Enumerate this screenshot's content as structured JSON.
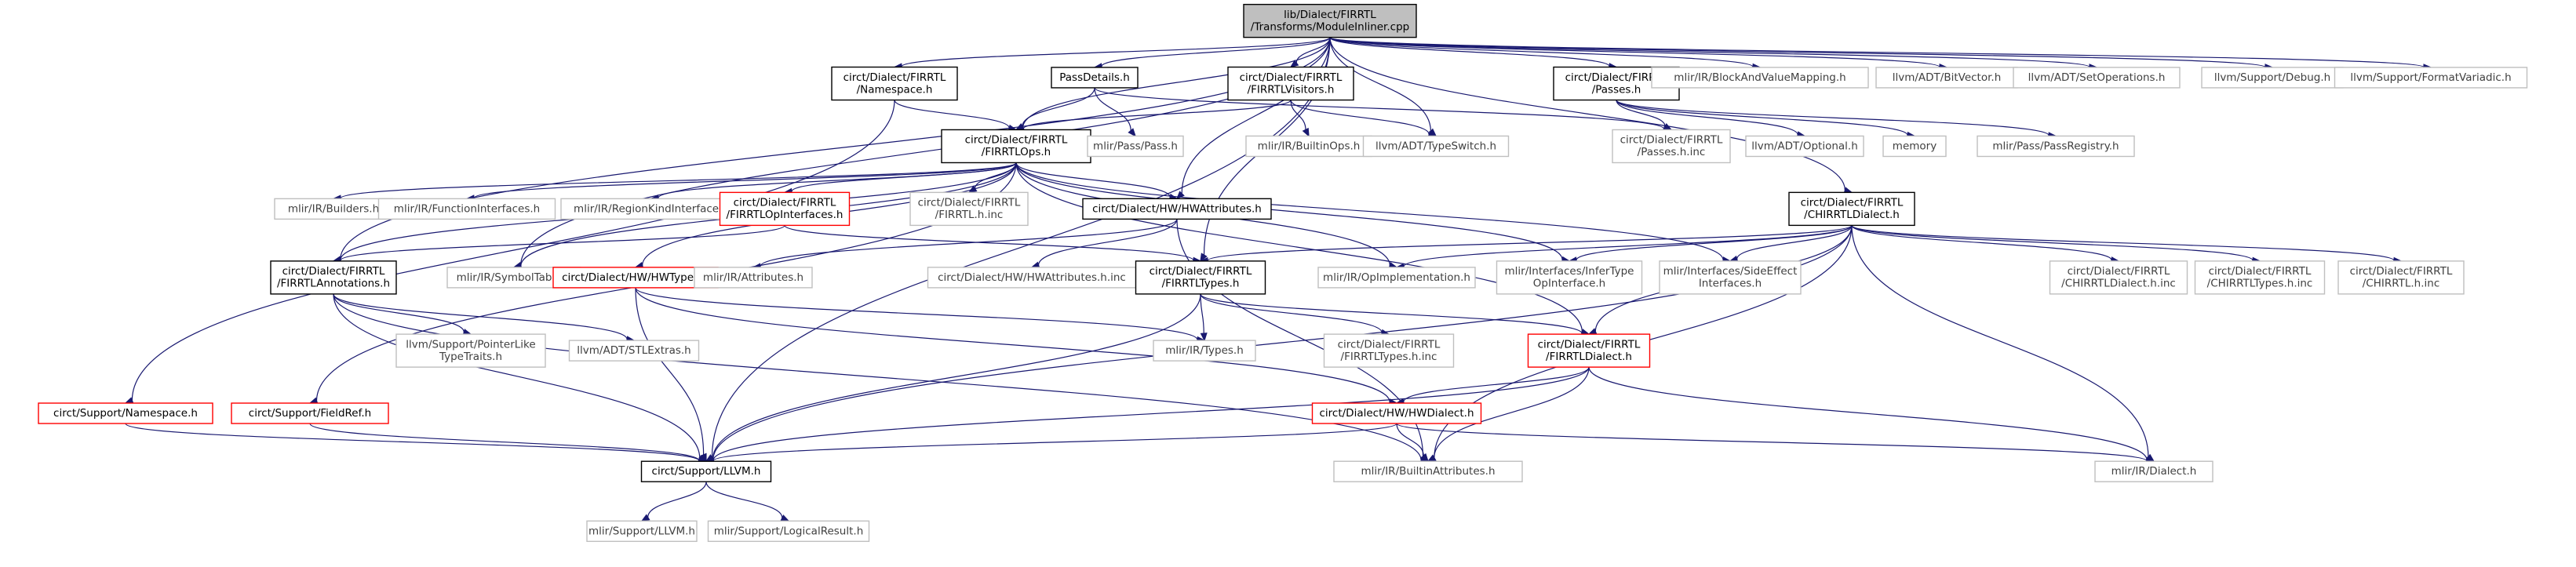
{
  "colors": {
    "edge": "#191970",
    "focus_fill": "#bfbfbf",
    "focus_border": "#000000",
    "documented_border": "#000000",
    "truncated_border": "#ff0000",
    "undocumented_border": "#bfbfbf",
    "undocumented_text": "#404040",
    "text": "#000000"
  },
  "nodes": [
    {
      "id": "n0",
      "lines": [
        "lib/Dialect/FIRRTL",
        "/Transforms/ModuleInliner.cpp"
      ],
      "kind": "focus"
    },
    {
      "id": "n1",
      "lines": [
        "circt/Dialect/FIRRTL",
        "/Namespace.h"
      ],
      "kind": "documented"
    },
    {
      "id": "n2",
      "lines": [
        "PassDetails.h"
      ],
      "kind": "documented"
    },
    {
      "id": "n3",
      "lines": [
        "circt/Dialect/FIRRTL",
        "/FIRRTLVisitors.h"
      ],
      "kind": "documented"
    },
    {
      "id": "n4",
      "lines": [
        "circt/Dialect/FIRRTL",
        "/Passes.h"
      ],
      "kind": "documented"
    },
    {
      "id": "n5",
      "lines": [
        "mlir/IR/BlockAndValueMapping.h"
      ],
      "kind": "external"
    },
    {
      "id": "n6",
      "lines": [
        "llvm/ADT/BitVector.h"
      ],
      "kind": "external"
    },
    {
      "id": "n7",
      "lines": [
        "llvm/ADT/SetOperations.h"
      ],
      "kind": "external"
    },
    {
      "id": "n8",
      "lines": [
        "llvm/Support/Debug.h"
      ],
      "kind": "external"
    },
    {
      "id": "n9",
      "lines": [
        "llvm/Support/FormatVariadic.h"
      ],
      "kind": "external"
    },
    {
      "id": "n10",
      "lines": [
        "circt/Dialect/FIRRTL",
        "/FIRRTLOps.h"
      ],
      "kind": "documented"
    },
    {
      "id": "n11",
      "lines": [
        "mlir/Pass/Pass.h"
      ],
      "kind": "external"
    },
    {
      "id": "n12",
      "lines": [
        "mlir/IR/BuiltinOps.h"
      ],
      "kind": "external"
    },
    {
      "id": "n13",
      "lines": [
        "llvm/ADT/TypeSwitch.h"
      ],
      "kind": "external"
    },
    {
      "id": "n14",
      "lines": [
        "circt/Dialect/FIRRTL",
        "/Passes.h.inc"
      ],
      "kind": "external"
    },
    {
      "id": "n15",
      "lines": [
        "llvm/ADT/Optional.h"
      ],
      "kind": "external"
    },
    {
      "id": "n16",
      "lines": [
        "memory"
      ],
      "kind": "external"
    },
    {
      "id": "n17",
      "lines": [
        "mlir/Pass/PassRegistry.h"
      ],
      "kind": "external"
    },
    {
      "id": "n18",
      "lines": [
        "mlir/IR/Builders.h"
      ],
      "kind": "external"
    },
    {
      "id": "n19",
      "lines": [
        "mlir/IR/FunctionInterfaces.h"
      ],
      "kind": "external"
    },
    {
      "id": "n20",
      "lines": [
        "mlir/IR/RegionKindInterface.h"
      ],
      "kind": "external"
    },
    {
      "id": "n21",
      "lines": [
        "circt/Dialect/FIRRTL",
        "/FIRRTLOpInterfaces.h"
      ],
      "kind": "truncated"
    },
    {
      "id": "n22",
      "lines": [
        "circt/Dialect/FIRRTL",
        "/FIRRTL.h.inc"
      ],
      "kind": "external"
    },
    {
      "id": "n23",
      "lines": [
        "circt/Dialect/HW/HWAttributes.h"
      ],
      "kind": "documented"
    },
    {
      "id": "n24",
      "lines": [
        "circt/Dialect/FIRRTL",
        "/CHIRRTLDialect.h"
      ],
      "kind": "documented"
    },
    {
      "id": "n25",
      "lines": [
        "circt/Dialect/FIRRTL",
        "/FIRRTLAnnotations.h"
      ],
      "kind": "documented"
    },
    {
      "id": "n26",
      "lines": [
        "mlir/IR/SymbolTable.h"
      ],
      "kind": "external"
    },
    {
      "id": "n27",
      "lines": [
        "circt/Dialect/HW/HWTypes.h"
      ],
      "kind": "truncated"
    },
    {
      "id": "n28",
      "lines": [
        "mlir/IR/Attributes.h"
      ],
      "kind": "external"
    },
    {
      "id": "n29",
      "lines": [
        "circt/Dialect/HW/HWAttributes.h.inc"
      ],
      "kind": "external"
    },
    {
      "id": "n30",
      "lines": [
        "circt/Dialect/FIRRTL",
        "/FIRRTLTypes.h"
      ],
      "kind": "documented"
    },
    {
      "id": "n31",
      "lines": [
        "mlir/IR/OpImplementation.h"
      ],
      "kind": "external"
    },
    {
      "id": "n32",
      "lines": [
        "mlir/Interfaces/InferType",
        "OpInterface.h"
      ],
      "kind": "external"
    },
    {
      "id": "n33",
      "lines": [
        "mlir/Interfaces/SideEffect",
        "Interfaces.h"
      ],
      "kind": "external"
    },
    {
      "id": "n34",
      "lines": [
        "circt/Dialect/FIRRTL",
        "/CHIRRTLDialect.h.inc"
      ],
      "kind": "external"
    },
    {
      "id": "n35",
      "lines": [
        "circt/Dialect/FIRRTL",
        "/CHIRRTLTypes.h.inc"
      ],
      "kind": "external"
    },
    {
      "id": "n36",
      "lines": [
        "circt/Dialect/FIRRTL",
        "/CHIRRTL.h.inc"
      ],
      "kind": "external"
    },
    {
      "id": "n37",
      "lines": [
        "llvm/Support/PointerLike",
        "TypeTraits.h"
      ],
      "kind": "external"
    },
    {
      "id": "n38",
      "lines": [
        "llvm/ADT/STLExtras.h"
      ],
      "kind": "external"
    },
    {
      "id": "n39",
      "lines": [
        "mlir/IR/Types.h"
      ],
      "kind": "external"
    },
    {
      "id": "n40",
      "lines": [
        "circt/Dialect/FIRRTL",
        "/FIRRTLTypes.h.inc"
      ],
      "kind": "external"
    },
    {
      "id": "n41",
      "lines": [
        "circt/Dialect/FIRRTL",
        "/FIRRTLDialect.h"
      ],
      "kind": "truncated"
    },
    {
      "id": "n42",
      "lines": [
        "circt/Support/Namespace.h"
      ],
      "kind": "truncated"
    },
    {
      "id": "n43",
      "lines": [
        "circt/Support/FieldRef.h"
      ],
      "kind": "truncated"
    },
    {
      "id": "n44",
      "lines": [
        "circt/Dialect/HW/HWDialect.h"
      ],
      "kind": "truncated"
    },
    {
      "id": "n45",
      "lines": [
        "circt/Support/LLVM.h"
      ],
      "kind": "documented"
    },
    {
      "id": "n46",
      "lines": [
        "mlir/IR/BuiltinAttributes.h"
      ],
      "kind": "external"
    },
    {
      "id": "n47",
      "lines": [
        "mlir/IR/Dialect.h"
      ],
      "kind": "external"
    },
    {
      "id": "n48",
      "lines": [
        "mlir/Support/LLVM.h"
      ],
      "kind": "external"
    },
    {
      "id": "n49",
      "lines": [
        "mlir/Support/LogicalResult.h"
      ],
      "kind": "external"
    }
  ],
  "edges": [
    [
      "n0",
      "n1"
    ],
    [
      "n0",
      "n2"
    ],
    [
      "n0",
      "n3"
    ],
    [
      "n0",
      "n4"
    ],
    [
      "n0",
      "n5"
    ],
    [
      "n0",
      "n6"
    ],
    [
      "n0",
      "n7"
    ],
    [
      "n0",
      "n8"
    ],
    [
      "n0",
      "n9"
    ],
    [
      "n0",
      "n10"
    ],
    [
      "n0",
      "n13"
    ],
    [
      "n0",
      "n23"
    ],
    [
      "n0",
      "n24"
    ],
    [
      "n0",
      "n25"
    ],
    [
      "n0",
      "n26"
    ],
    [
      "n0",
      "n30"
    ],
    [
      "n0",
      "n45"
    ],
    [
      "n1",
      "n10"
    ],
    [
      "n1",
      "n42"
    ],
    [
      "n2",
      "n10"
    ],
    [
      "n2",
      "n11"
    ],
    [
      "n2",
      "n14"
    ],
    [
      "n3",
      "n10"
    ],
    [
      "n3",
      "n12"
    ],
    [
      "n3",
      "n13"
    ],
    [
      "n4",
      "n14"
    ],
    [
      "n4",
      "n15"
    ],
    [
      "n4",
      "n16"
    ],
    [
      "n4",
      "n17"
    ],
    [
      "n10",
      "n18"
    ],
    [
      "n10",
      "n19"
    ],
    [
      "n10",
      "n20"
    ],
    [
      "n10",
      "n21"
    ],
    [
      "n10",
      "n22"
    ],
    [
      "n10",
      "n23"
    ],
    [
      "n10",
      "n25"
    ],
    [
      "n10",
      "n26"
    ],
    [
      "n10",
      "n27"
    ],
    [
      "n10",
      "n31"
    ],
    [
      "n10",
      "n32"
    ],
    [
      "n10",
      "n33"
    ],
    [
      "n10",
      "n41"
    ],
    [
      "n10",
      "n43"
    ],
    [
      "n21",
      "n25"
    ],
    [
      "n21",
      "n30"
    ],
    [
      "n23",
      "n28"
    ],
    [
      "n23",
      "n29"
    ],
    [
      "n23",
      "n46"
    ],
    [
      "n24",
      "n30"
    ],
    [
      "n24",
      "n31"
    ],
    [
      "n24",
      "n32"
    ],
    [
      "n24",
      "n33"
    ],
    [
      "n24",
      "n34"
    ],
    [
      "n24",
      "n35"
    ],
    [
      "n24",
      "n36"
    ],
    [
      "n24",
      "n41"
    ],
    [
      "n24",
      "n45"
    ],
    [
      "n24",
      "n46"
    ],
    [
      "n24",
      "n47"
    ],
    [
      "n25",
      "n37"
    ],
    [
      "n25",
      "n38"
    ],
    [
      "n25",
      "n45"
    ],
    [
      "n25",
      "n46"
    ],
    [
      "n27",
      "n39"
    ],
    [
      "n27",
      "n44"
    ],
    [
      "n27",
      "n45"
    ],
    [
      "n30",
      "n39"
    ],
    [
      "n30",
      "n40"
    ],
    [
      "n30",
      "n41"
    ],
    [
      "n30",
      "n45"
    ],
    [
      "n41",
      "n44"
    ],
    [
      "n41",
      "n45"
    ],
    [
      "n41",
      "n46"
    ],
    [
      "n41",
      "n47"
    ],
    [
      "n42",
      "n45"
    ],
    [
      "n43",
      "n45"
    ],
    [
      "n44",
      "n45"
    ],
    [
      "n44",
      "n46"
    ],
    [
      "n44",
      "n47"
    ],
    [
      "n45",
      "n48"
    ],
    [
      "n45",
      "n49"
    ]
  ]
}
